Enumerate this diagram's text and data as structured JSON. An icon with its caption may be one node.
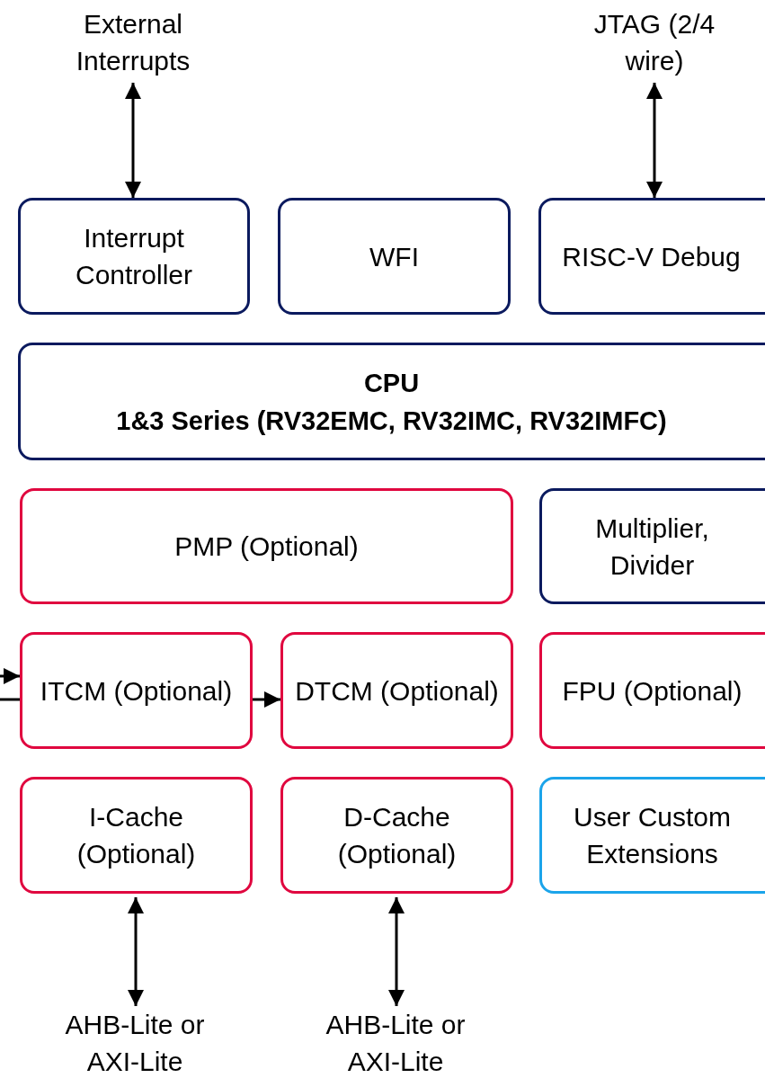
{
  "diagram": {
    "nodes": [
      {
        "text": [
          "External Interrupts"
        ]
      },
      {
        "text": [
          "JTAG (2/4 wire)"
        ]
      },
      {
        "text": [
          "Interrupt Controller"
        ]
      },
      {
        "text": [
          "WFI"
        ]
      },
      {
        "text": [
          "RISC-V Debug"
        ]
      },
      {
        "text": [
          "CPU",
          "1&3 Series (RV32EMC, RV32IMC, RV32IMFC)"
        ]
      },
      {
        "text": [
          "PMP (Optional)"
        ]
      },
      {
        "text": [
          "Multiplier, Divider"
        ]
      },
      {
        "text": [
          "ITCM (Optional)"
        ]
      },
      {
        "text": [
          "DTCM (Optional)"
        ]
      },
      {
        "text": [
          "FPU (Optional)"
        ]
      },
      {
        "text": [
          "I-Cache (Optional)"
        ]
      },
      {
        "text": [
          "D-Cache (Optional)"
        ]
      },
      {
        "text": [
          "User Custom Extensions"
        ]
      },
      {
        "text": [
          "AHB-Lite or AXI-Lite"
        ]
      },
      {
        "text": [
          "AHB-Lite or AXI-Lite"
        ]
      }
    ],
    "edges": [
      {
        "from": 0,
        "to": 2,
        "arrow": "both"
      },
      {
        "from": 1,
        "to": 4,
        "arrow": "both"
      },
      {
        "from": null,
        "to": 8,
        "arrow": "to"
      },
      {
        "from": null,
        "to": 8,
        "arrow": "none"
      },
      {
        "from": 8,
        "to": 9,
        "arrow": "to"
      },
      {
        "from": 11,
        "to": 14,
        "arrow": "both"
      },
      {
        "from": 12,
        "to": 15,
        "arrow": "both"
      }
    ]
  }
}
